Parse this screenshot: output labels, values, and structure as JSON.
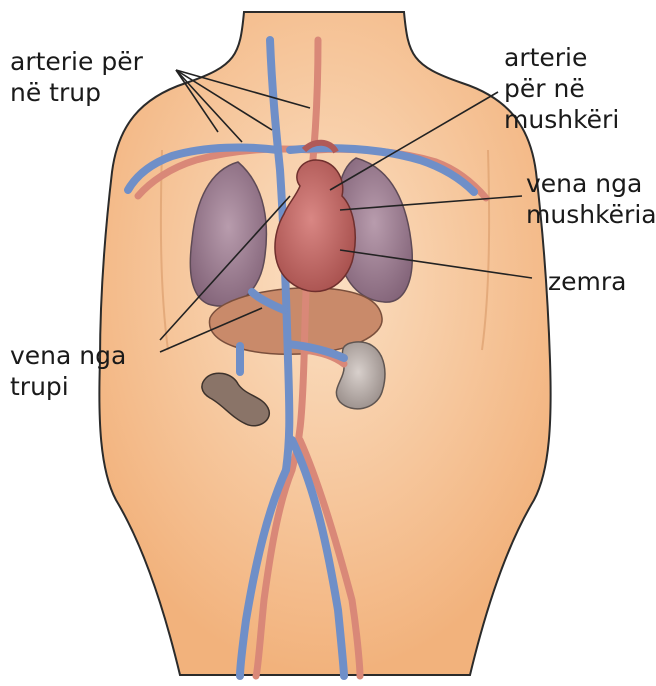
{
  "labels": {
    "arteries_body": {
      "line1": "arterie për",
      "line2": "në trup"
    },
    "arteries_lungs": {
      "line1": "arterie",
      "line2": "për në",
      "line3": "mushkëri"
    },
    "vein_lungs": {
      "line1": "vena nga",
      "line2": "mushkëria"
    },
    "heart": {
      "line1": "zemra"
    },
    "vein_body": {
      "line1": "vena nga",
      "line2": "trupi"
    }
  },
  "colors": {
    "skin": "#f6c395",
    "skin_outline": "#2b2b2b",
    "lung": "#9c7f92",
    "heart": "#c46d6a",
    "vein": "#6f8fc8",
    "artery": "#d98878",
    "organ": "#c98a6a",
    "kidney": "#b5aaa6"
  }
}
